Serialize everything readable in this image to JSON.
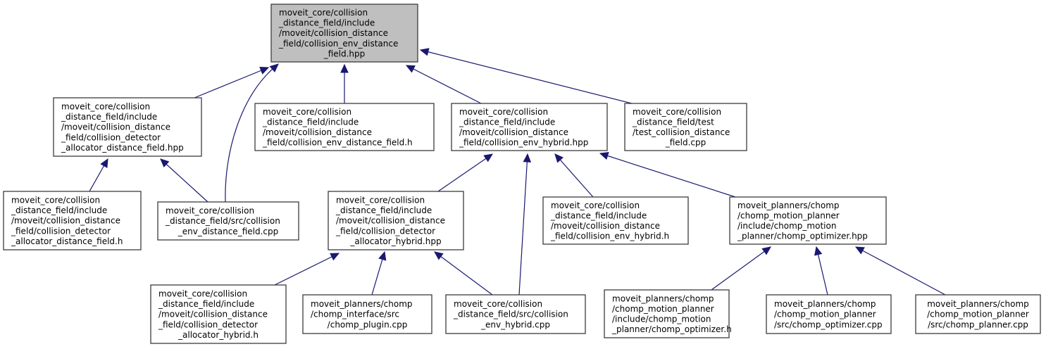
{
  "diagram": {
    "type": "include-dependency-graph",
    "colors": {
      "edge": "#191970",
      "root_fill": "#bfbfbf",
      "node_fill": "#ffffff",
      "node_border": "#3c3c3c"
    },
    "nodes": [
      {
        "id": "root",
        "root": true,
        "lines": [
          "moveit_core/collision",
          "_distance_field/include",
          "/moveit/collision_distance",
          "_field/collision_env_distance",
          "_field.hpp"
        ],
        "align": [
          "left",
          "left",
          "left",
          "left",
          "center"
        ]
      },
      {
        "id": "cd_alloc_df_hpp",
        "lines": [
          "moveit_core/collision",
          "_distance_field/include",
          "/moveit/collision_distance",
          "_field/collision_detector",
          "_allocator_distance_field.hpp"
        ],
        "align": [
          "left",
          "left",
          "left",
          "left",
          "left"
        ]
      },
      {
        "id": "cenv_df_h",
        "lines": [
          "moveit_core/collision",
          "_distance_field/include",
          "/moveit/collision_distance",
          "_field/collision_env_distance_field.h"
        ],
        "align": [
          "left",
          "left",
          "left",
          "left"
        ]
      },
      {
        "id": "cenv_hybrid_hpp",
        "lines": [
          "moveit_core/collision",
          "_distance_field/include",
          "/moveit/collision_distance",
          "_field/collision_env_hybrid.hpp"
        ],
        "align": [
          "left",
          "left",
          "left",
          "left"
        ]
      },
      {
        "id": "test_cdf_cpp",
        "lines": [
          "moveit_core/collision",
          "_distance_field/test",
          "/test_collision_distance",
          "_field.cpp"
        ],
        "align": [
          "left",
          "left",
          "left",
          "center"
        ]
      },
      {
        "id": "cd_alloc_df_h",
        "lines": [
          "moveit_core/collision",
          "_distance_field/include",
          "/moveit/collision_distance",
          "_field/collision_detector",
          "_allocator_distance_field.h"
        ],
        "align": [
          "left",
          "left",
          "left",
          "left",
          "left"
        ]
      },
      {
        "id": "cenv_df_cpp",
        "lines": [
          "moveit_core/collision",
          "_distance_field/src/collision",
          "_env_distance_field.cpp"
        ],
        "align": [
          "left",
          "left",
          "center"
        ]
      },
      {
        "id": "cd_alloc_hybrid_hpp",
        "lines": [
          "moveit_core/collision",
          "_distance_field/include",
          "/moveit/collision_distance",
          "_field/collision_detector",
          "_allocator_hybrid.hpp"
        ],
        "align": [
          "left",
          "left",
          "left",
          "left",
          "center"
        ]
      },
      {
        "id": "cenv_hybrid_h",
        "lines": [
          "moveit_core/collision",
          "_distance_field/include",
          "/moveit/collision_distance",
          "_field/collision_env_hybrid.h"
        ],
        "align": [
          "left",
          "left",
          "left",
          "left"
        ]
      },
      {
        "id": "chomp_optimizer_hpp",
        "lines": [
          "moveit_planners/chomp",
          "/chomp_motion_planner",
          "/include/chomp_motion",
          "_planner/chomp_optimizer.hpp"
        ],
        "align": [
          "left",
          "left",
          "left",
          "left"
        ]
      },
      {
        "id": "cd_alloc_hybrid_h",
        "lines": [
          "moveit_core/collision",
          "_distance_field/include",
          "/moveit/collision_distance",
          "_field/collision_detector",
          "_allocator_hybrid.h"
        ],
        "align": [
          "left",
          "left",
          "left",
          "left",
          "center"
        ]
      },
      {
        "id": "chomp_plugin_cpp",
        "lines": [
          "moveit_planners/chomp",
          "/chomp_interface/src",
          "/chomp_plugin.cpp"
        ],
        "align": [
          "left",
          "left",
          "center"
        ]
      },
      {
        "id": "cenv_hybrid_cpp",
        "lines": [
          "moveit_core/collision",
          "_distance_field/src/collision",
          "_env_hybrid.cpp"
        ],
        "align": [
          "left",
          "left",
          "center"
        ]
      },
      {
        "id": "chomp_optimizer_h",
        "lines": [
          "moveit_planners/chomp",
          "/chomp_motion_planner",
          "/include/chomp_motion",
          "_planner/chomp_optimizer.h"
        ],
        "align": [
          "left",
          "left",
          "left",
          "left"
        ]
      },
      {
        "id": "chomp_optimizer_cpp",
        "lines": [
          "moveit_planners/chomp",
          "/chomp_motion_planner",
          "/src/chomp_optimizer.cpp"
        ],
        "align": [
          "left",
          "left",
          "left"
        ]
      },
      {
        "id": "chomp_planner_cpp",
        "lines": [
          "moveit_planners/chomp",
          "/chomp_motion_planner",
          "/src/chomp_planner.cpp"
        ],
        "align": [
          "center",
          "center",
          "center"
        ]
      }
    ],
    "edges": [
      {
        "from": "cd_alloc_df_hpp",
        "to": "root"
      },
      {
        "from": "cenv_df_cpp",
        "to": "root"
      },
      {
        "from": "cenv_df_h",
        "to": "root"
      },
      {
        "from": "cenv_hybrid_hpp",
        "to": "root"
      },
      {
        "from": "test_cdf_cpp",
        "to": "root"
      },
      {
        "from": "cd_alloc_df_h",
        "to": "cd_alloc_df_hpp"
      },
      {
        "from": "cenv_df_cpp",
        "to": "cd_alloc_df_hpp"
      },
      {
        "from": "cd_alloc_hybrid_hpp",
        "to": "cenv_hybrid_hpp"
      },
      {
        "from": "cenv_hybrid_cpp",
        "to": "cenv_hybrid_hpp"
      },
      {
        "from": "cenv_hybrid_h",
        "to": "cenv_hybrid_hpp"
      },
      {
        "from": "chomp_optimizer_hpp",
        "to": "cenv_hybrid_hpp"
      },
      {
        "from": "cd_alloc_hybrid_h",
        "to": "cd_alloc_hybrid_hpp"
      },
      {
        "from": "chomp_plugin_cpp",
        "to": "cd_alloc_hybrid_hpp"
      },
      {
        "from": "cenv_hybrid_cpp",
        "to": "cd_alloc_hybrid_hpp"
      },
      {
        "from": "chomp_optimizer_h",
        "to": "chomp_optimizer_hpp"
      },
      {
        "from": "chomp_optimizer_cpp",
        "to": "chomp_optimizer_hpp"
      },
      {
        "from": "chomp_planner_cpp",
        "to": "chomp_optimizer_hpp"
      }
    ]
  }
}
